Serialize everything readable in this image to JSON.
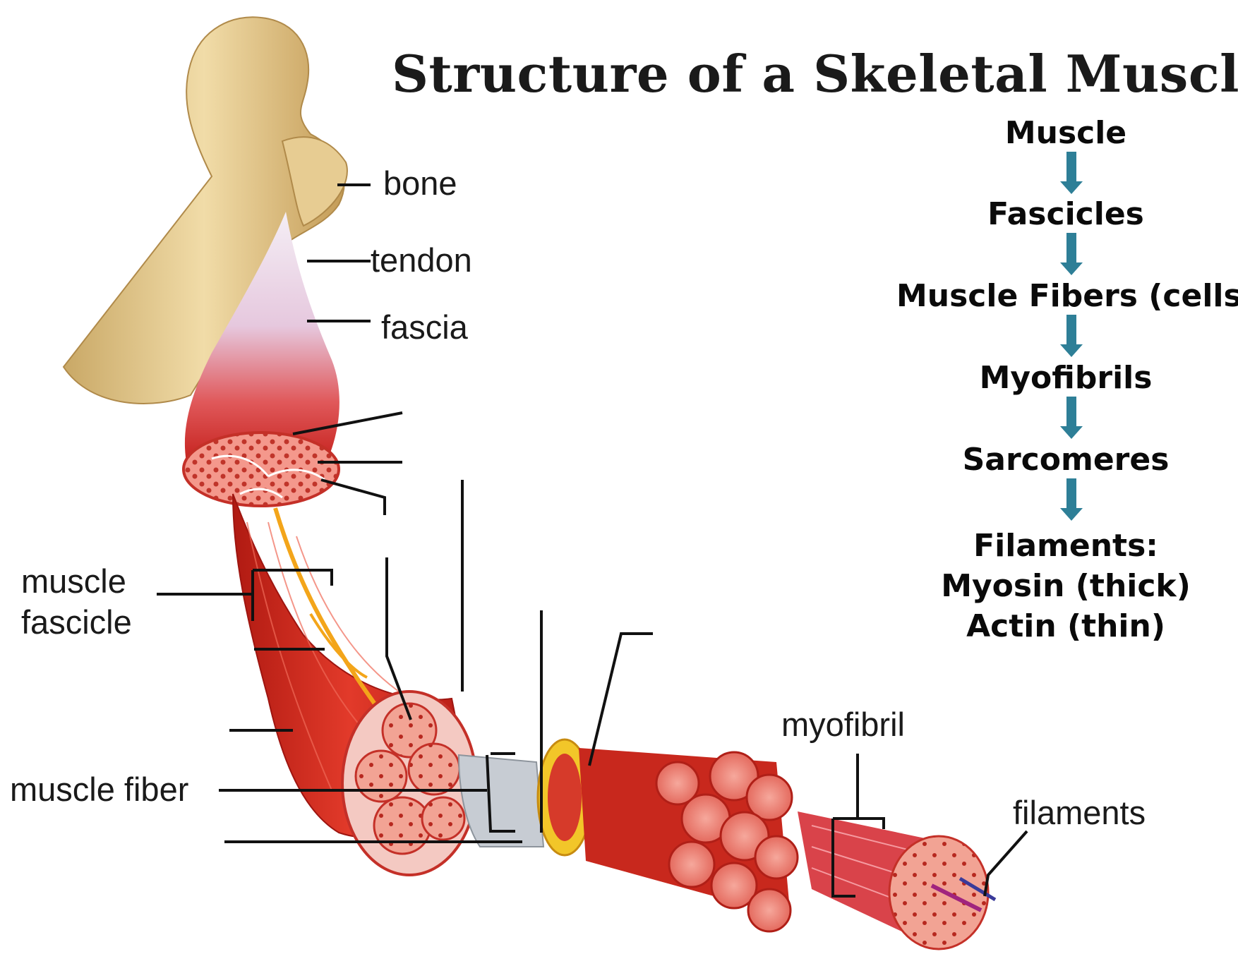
{
  "title": "Structure of a Skeletal Muscle",
  "labels": {
    "bone": "bone",
    "tendon": "tendon",
    "fascia": "fascia",
    "muscle_fascicle_line1": "muscle",
    "muscle_fascicle_line2": "fascicle",
    "muscle_fiber": "muscle fiber",
    "myofibril": "myofibril",
    "filaments": "filaments"
  },
  "hierarchy": {
    "levels": [
      "Muscle",
      "Fascicles",
      "Muscle Fibers (cells)",
      "Myofibrils",
      "Sarcomeres"
    ],
    "final": [
      "Filaments:",
      "Myosin (thick)",
      "Actin (thin)"
    ],
    "arrow_color": "#2e7f97"
  },
  "colors": {
    "bone": "#e8cf96",
    "muscle": "#d42a1c",
    "fiber_pink": "#f08a80",
    "nerve": "#f3a51a",
    "membrane": "#c7ccd3"
  }
}
